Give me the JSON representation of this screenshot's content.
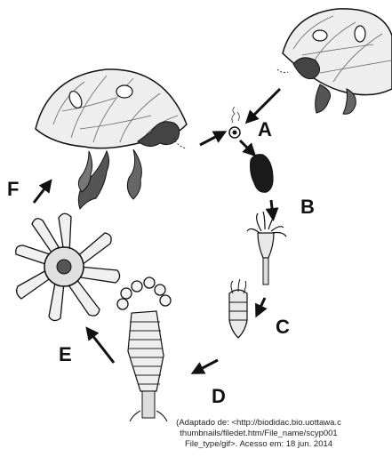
{
  "stages": [
    {
      "id": "A",
      "label": "A",
      "organism": "zygote"
    },
    {
      "id": "B",
      "label": "B",
      "organism": "planula larva"
    },
    {
      "id": "C",
      "label": "C",
      "organism": "polyp"
    },
    {
      "id": "D",
      "label": "D",
      "organism": "strobila"
    },
    {
      "id": "E",
      "label": "E",
      "organism": "ephyra"
    },
    {
      "id": "F",
      "label": "F",
      "organism": "adult medusa"
    }
  ],
  "credit": {
    "line1": "(Adaptado de: <http://biodidac.bio.uottawa.c",
    "line2": "thumbnails/filedet.htm/File_name/scyp001",
    "line3": "File_type/gif>. Acesso em: 18 jun. 2014"
  },
  "colors": {
    "ink": "#111111",
    "bell": "#e8e8e8",
    "shade": "#555555"
  }
}
